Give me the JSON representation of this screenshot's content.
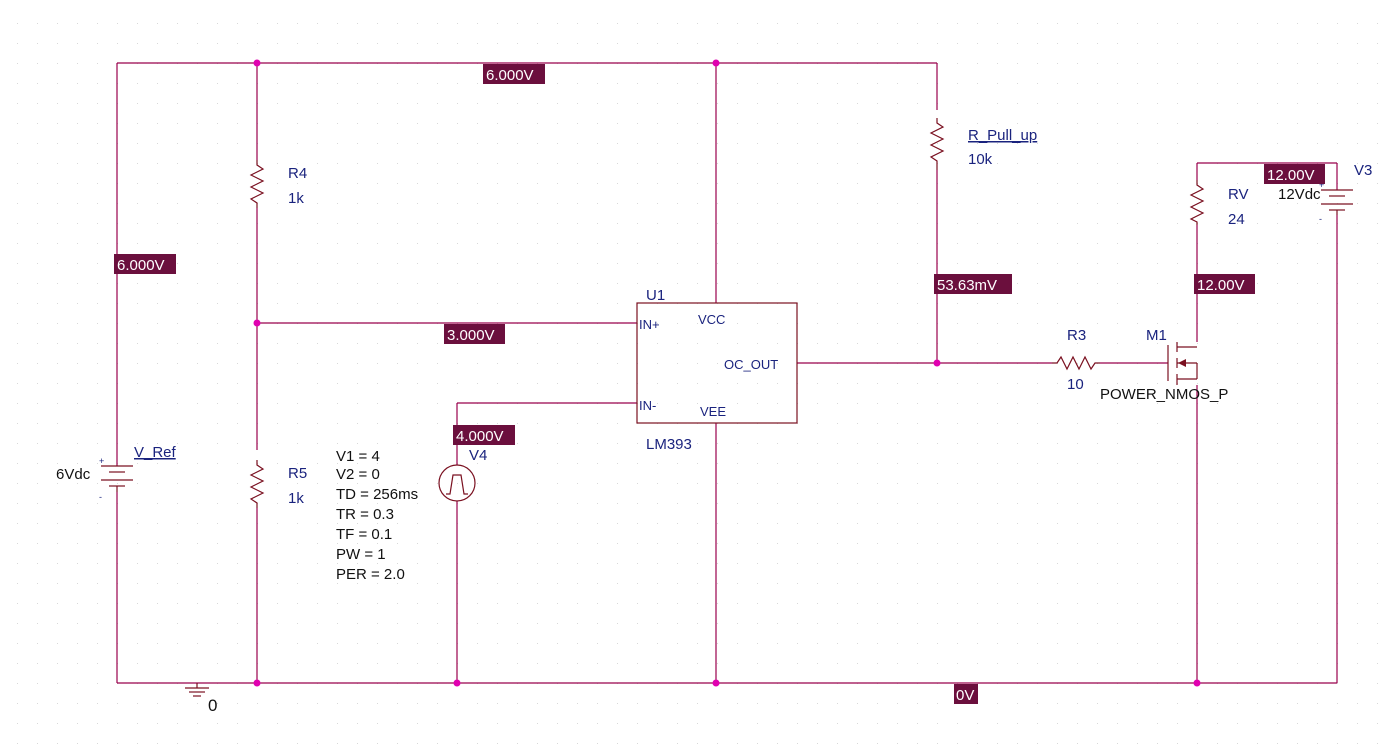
{
  "colors": {
    "wire": "#99004c",
    "junction": "#e000b0",
    "part_text": "#1a237e",
    "voltage_tag_bg": "#6b0f3d",
    "voltage_tag_text": "#ffffff"
  },
  "voltages": {
    "top_rail": "6.000V",
    "vref_node": "6.000V",
    "divider_mid": "3.000V",
    "v4_node": "4.000V",
    "comparator_out": "53.63mV",
    "v3_node": "12.00V",
    "drain_node": "12.00V",
    "ground_rail": "0V"
  },
  "parts": {
    "R4": {
      "name": "R4",
      "value": "1k"
    },
    "R5": {
      "name": "R5",
      "value": "1k"
    },
    "R_Pull_up": {
      "name": "R_Pull_up",
      "value": "10k"
    },
    "RV": {
      "name": "RV",
      "value": "24"
    },
    "R3": {
      "name": "R3",
      "value": "10"
    },
    "V_Ref": {
      "name": "V_Ref",
      "value": "6Vdc",
      "plus": "+",
      "minus": "-"
    },
    "V3": {
      "name": "V3",
      "value": "12Vdc",
      "plus": "+",
      "minus": "-"
    },
    "V4": {
      "name": "V4",
      "params": [
        "V1 = 4",
        "V2 = 0",
        "TD = 256ms",
        "TR = 0.3",
        "TF = 0.1",
        "PW = 1",
        "PER = 2.0"
      ]
    },
    "U1": {
      "name": "U1",
      "model": "LM393",
      "pins": {
        "in_plus": "IN+",
        "in_minus": "IN-",
        "vcc": "VCC",
        "vee": "VEE",
        "out": "OC_OUT"
      }
    },
    "M1": {
      "name": "M1",
      "model": "POWER_NMOS_P"
    }
  },
  "ground": {
    "label": "0"
  }
}
